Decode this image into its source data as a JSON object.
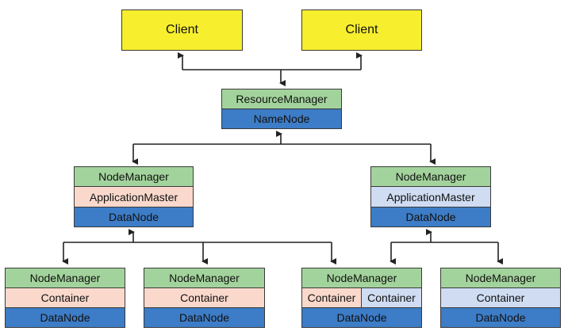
{
  "colors": {
    "client": "#f7ee2e",
    "green": "#a3d39c",
    "pink": "#fad9cc",
    "lightblue": "#cfdcf2",
    "blue": "#3d7cc6"
  },
  "client_left": {
    "label": "Client"
  },
  "client_right": {
    "label": "Client"
  },
  "resource_manager": {
    "label": "ResourceManager"
  },
  "name_node": {
    "label": "NameNode"
  },
  "node_left": {
    "manager": "NodeManager",
    "app_master": "ApplicationMaster",
    "data_node": "DataNode"
  },
  "node_right": {
    "manager": "NodeManager",
    "app_master": "ApplicationMaster",
    "data_node": "DataNode"
  },
  "leaf1": {
    "manager": "NodeManager",
    "container": "Container",
    "data_node": "DataNode"
  },
  "leaf2": {
    "manager": "NodeManager",
    "container": "Container",
    "data_node": "DataNode"
  },
  "leaf3": {
    "manager": "NodeManager",
    "container_a": "Container",
    "container_b": "Container",
    "data_node": "DataNode"
  },
  "leaf4": {
    "manager": "NodeManager",
    "container": "Container",
    "data_node": "DataNode"
  }
}
